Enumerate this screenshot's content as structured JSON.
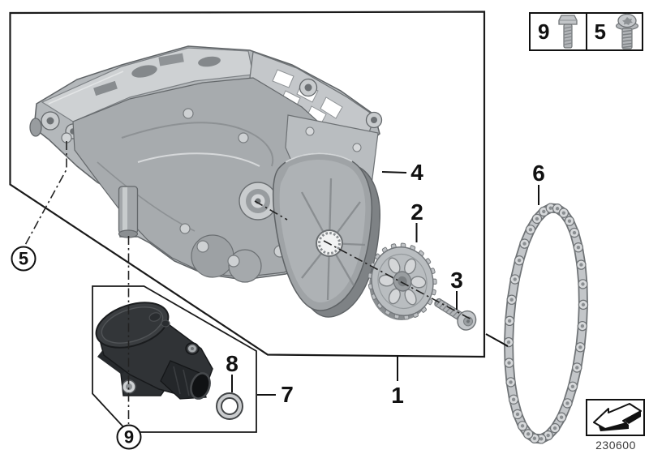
{
  "labels": {
    "part1": "1",
    "part2": "2",
    "part3": "3",
    "part4": "4",
    "part6": "6",
    "part7": "7",
    "part8": "8",
    "circled5": "5",
    "circled9": "9"
  },
  "legend": {
    "items": [
      {
        "label": "9",
        "icon": "hex-bolt-icon"
      },
      {
        "label": "5",
        "icon": "torx-flange-bolt-icon"
      }
    ]
  },
  "footer": {
    "drawing_number": "230600",
    "icon": "nav-arrow-icon"
  },
  "colors": {
    "line": "#1a1a1a",
    "casting_light": "#ced1d3",
    "casting_mid": "#aaaeb1",
    "casting_dark": "#7c8084",
    "cover": "#9fa3a6",
    "sprocket": "#b9bdc0",
    "chain": "#c6c9cc",
    "pump_dark": "#2f3235",
    "background": "#ffffff"
  }
}
